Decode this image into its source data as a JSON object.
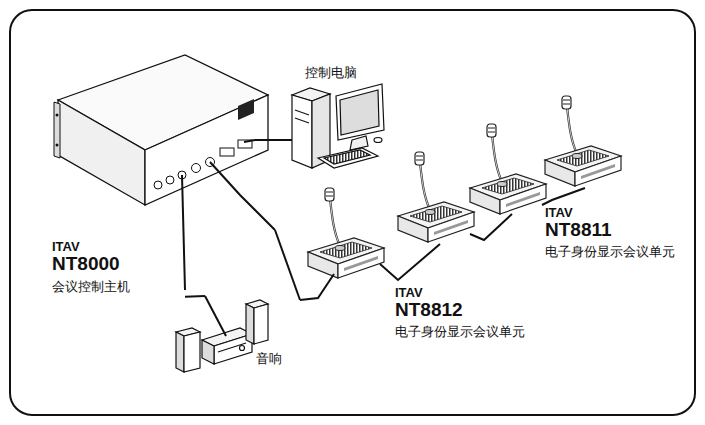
{
  "diagram": {
    "nodes": [
      {
        "text": [
          "ITAV",
          "NT8000",
          "会议控制主机"
        ]
      },
      {
        "text": [
          "控制电脑"
        ]
      },
      {
        "text": [
          "音响"
        ]
      },
      {
        "text": [
          "ITAV",
          "NT8812",
          "电子身份显示会议单元"
        ]
      },
      {
        "text": [
          "ITAV",
          "NT8811",
          "电子身份显示会议单元"
        ]
      }
    ],
    "edges": [
      {
        "from": 0,
        "to": 1,
        "arrow": "none"
      },
      {
        "from": 0,
        "to": 2,
        "arrow": "none"
      },
      {
        "from": 0,
        "to": 3,
        "arrow": "none"
      }
    ]
  }
}
